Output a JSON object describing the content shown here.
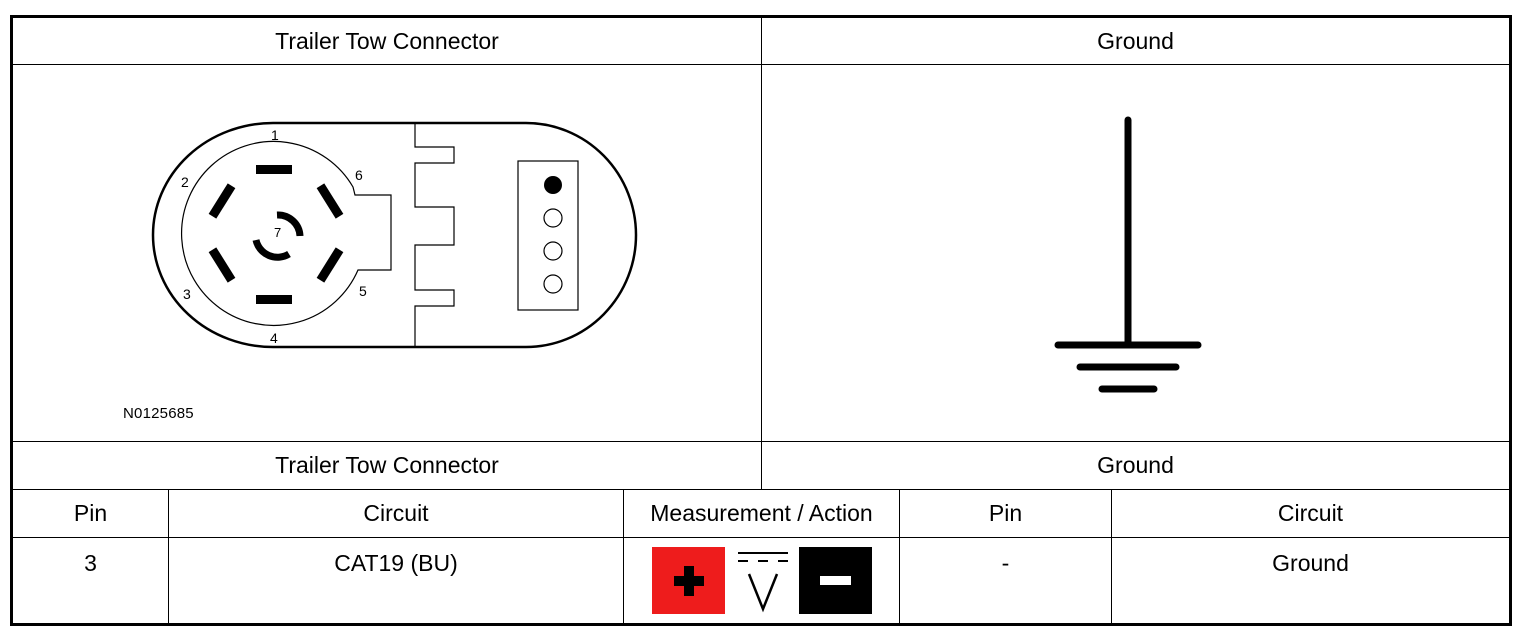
{
  "header": {
    "left_title": "Trailer Tow Connector",
    "right_title": "Ground"
  },
  "connector_figure": {
    "pin_labels": [
      "1",
      "2",
      "3",
      "4",
      "5",
      "6",
      "7"
    ],
    "figure_id": "N0125685"
  },
  "subheader": {
    "left_title": "Trailer Tow Connector",
    "right_title": "Ground"
  },
  "table": {
    "columns": [
      "Pin",
      "Circuit",
      "Measurement / Action",
      "Pin",
      "Circuit"
    ],
    "rows": [
      {
        "pin": "3",
        "circuit": "CAT19 (BU)",
        "measurement_icons": [
          "positive-probe-icon",
          "dc-voltage-icon",
          "negative-probe-icon"
        ],
        "pin2": "-",
        "circuit2": "Ground"
      }
    ]
  },
  "colors": {
    "positive_probe": "#ee1c1c",
    "negative_probe": "#000000"
  }
}
